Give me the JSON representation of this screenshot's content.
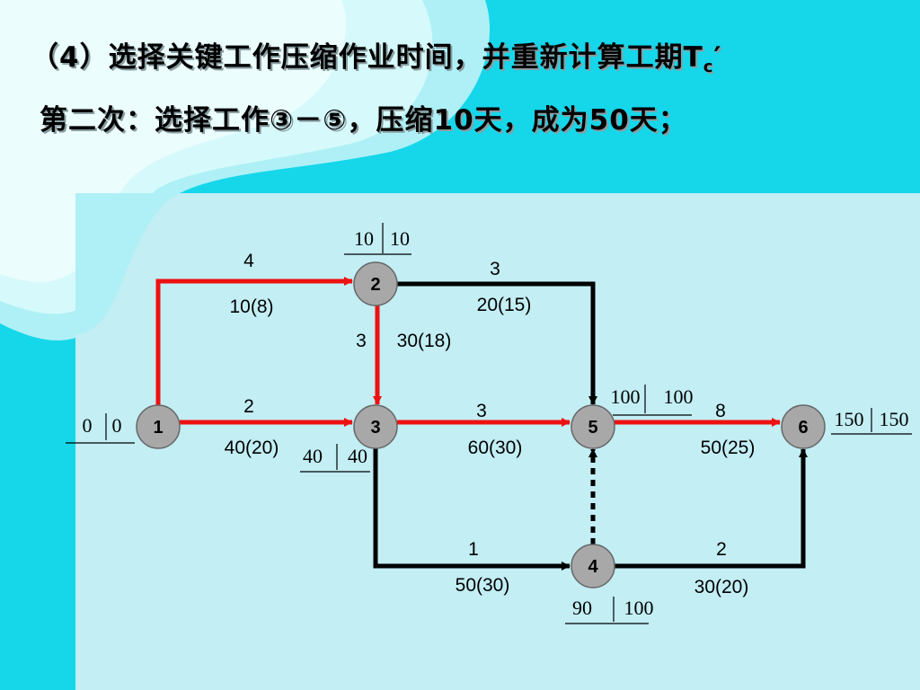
{
  "title": {
    "line1_main": "（4）选择关键工作压缩作业时间，并重新计算工期T",
    "line1_sub": "c",
    "line1_tail": "′",
    "line2": "第二次：选择工作③－⑤，压缩10天，成为50天；"
  },
  "nodes": [
    {
      "id": "1",
      "label": "1",
      "et": "0",
      "lt": "0"
    },
    {
      "id": "2",
      "label": "2",
      "et": "10",
      "lt": "10"
    },
    {
      "id": "3",
      "label": "3",
      "et": "40",
      "lt": "40"
    },
    {
      "id": "4",
      "label": "4",
      "et": "90",
      "lt": "100"
    },
    {
      "id": "5",
      "label": "5",
      "et": "100",
      "lt": "100"
    },
    {
      "id": "6",
      "label": "6",
      "et": "150",
      "lt": "150"
    }
  ],
  "edges": [
    {
      "from": "1",
      "to": "2",
      "cost": "4",
      "time": "10(8)",
      "critical": true
    },
    {
      "from": "1",
      "to": "3",
      "cost": "2",
      "time": "40(20)",
      "critical": true
    },
    {
      "from": "2",
      "to": "3",
      "cost": "3",
      "time": "30(18)",
      "critical": true
    },
    {
      "from": "2",
      "to": "5",
      "cost": "3",
      "time": "20(15)",
      "critical": false
    },
    {
      "from": "3",
      "to": "5",
      "cost": "3",
      "time": "60(30)",
      "critical": true
    },
    {
      "from": "3",
      "to": "4",
      "cost": "1",
      "time": "50(30)",
      "critical": false
    },
    {
      "from": "5",
      "to": "6",
      "cost": "8",
      "time": "50(25)",
      "critical": true
    },
    {
      "from": "4",
      "to": "6",
      "cost": "2",
      "time": "30(20)",
      "critical": false
    },
    {
      "from": "4",
      "to": "5",
      "dummy": true
    }
  ],
  "colors": {
    "critical": "#ee1111",
    "normal": "#000000",
    "node_fill": "#a8a8a8",
    "background": "#c2eef4",
    "accent_cyan": "#16d6ea"
  }
}
